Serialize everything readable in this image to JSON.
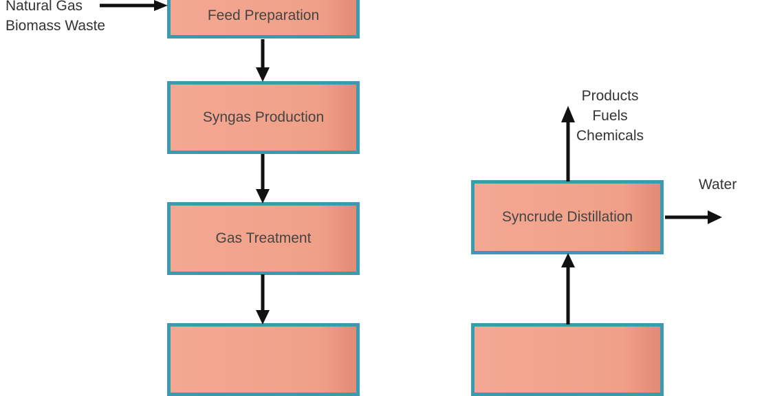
{
  "diagram": {
    "inputs": [
      "Natural Gas",
      "Biomass Waste"
    ],
    "steps": [
      "Feed Preparation",
      "Syngas Production",
      "Gas Treatment",
      "",
      ""
    ],
    "distillation": "Syncrude Distillation",
    "outputs": [
      "Products",
      "Fuels",
      "Chemicals"
    ],
    "water": "Water",
    "colors": {
      "box_fill": "#f3a893",
      "box_border": "#3a9ab0",
      "arrow": "#111111",
      "text": "#333333"
    }
  }
}
